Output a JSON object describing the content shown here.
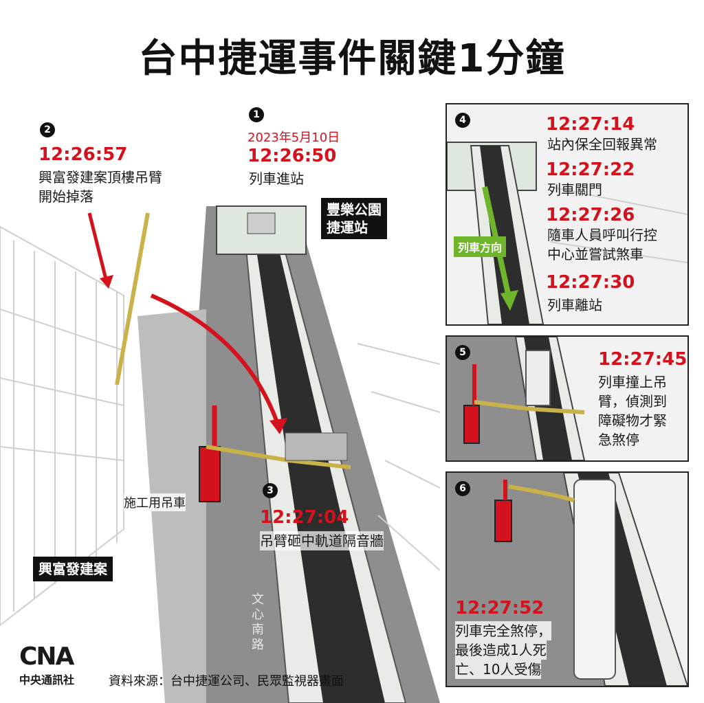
{
  "title": "台中捷運事件關鍵1分鐘",
  "steps": [
    {
      "num": "1",
      "date": "2023年5月10日",
      "time": "12:26:50",
      "desc": "列車進站"
    },
    {
      "num": "2",
      "time": "12:26:57",
      "desc_line1": "興富發建案頂樓吊臂",
      "desc_line2": "開始掉落"
    },
    {
      "num": "3",
      "time": "12:27:04",
      "desc": "吊臂砸中軌道隔音牆"
    },
    {
      "num": "4",
      "events": [
        {
          "time": "12:27:14",
          "desc": "站內保全回報異常"
        },
        {
          "time": "12:27:22",
          "desc": "列車關門"
        },
        {
          "time": "12:27:26",
          "desc_line1": "隨車人員呼叫行控",
          "desc_line2": "中心並嘗試煞車"
        },
        {
          "time": "12:27:30",
          "desc": "列車離站"
        }
      ]
    },
    {
      "num": "5",
      "time": "12:27:45",
      "desc_lines": [
        "列車撞上吊",
        "臂，偵測到",
        "障礙物才緊",
        "急煞停"
      ]
    },
    {
      "num": "6",
      "time": "12:27:52",
      "desc_lines": [
        "列車完全煞停，",
        "最後造成1人死",
        "亡、10人受傷"
      ]
    }
  ],
  "labels": {
    "station_line1": "豐樂公園",
    "station_line2": "捷運站",
    "crane_truck": "施工用吊車",
    "building": "興富發建案",
    "road": "文心南路",
    "train_direction": "列車方向"
  },
  "source": "資料來源：台中捷運公司、民眾監視器畫面",
  "logo": {
    "letters": "CNA",
    "name": "中央通訊社"
  },
  "colors": {
    "accent_red": "#d4121d",
    "green": "#6fb52c",
    "dark": "#111111"
  }
}
